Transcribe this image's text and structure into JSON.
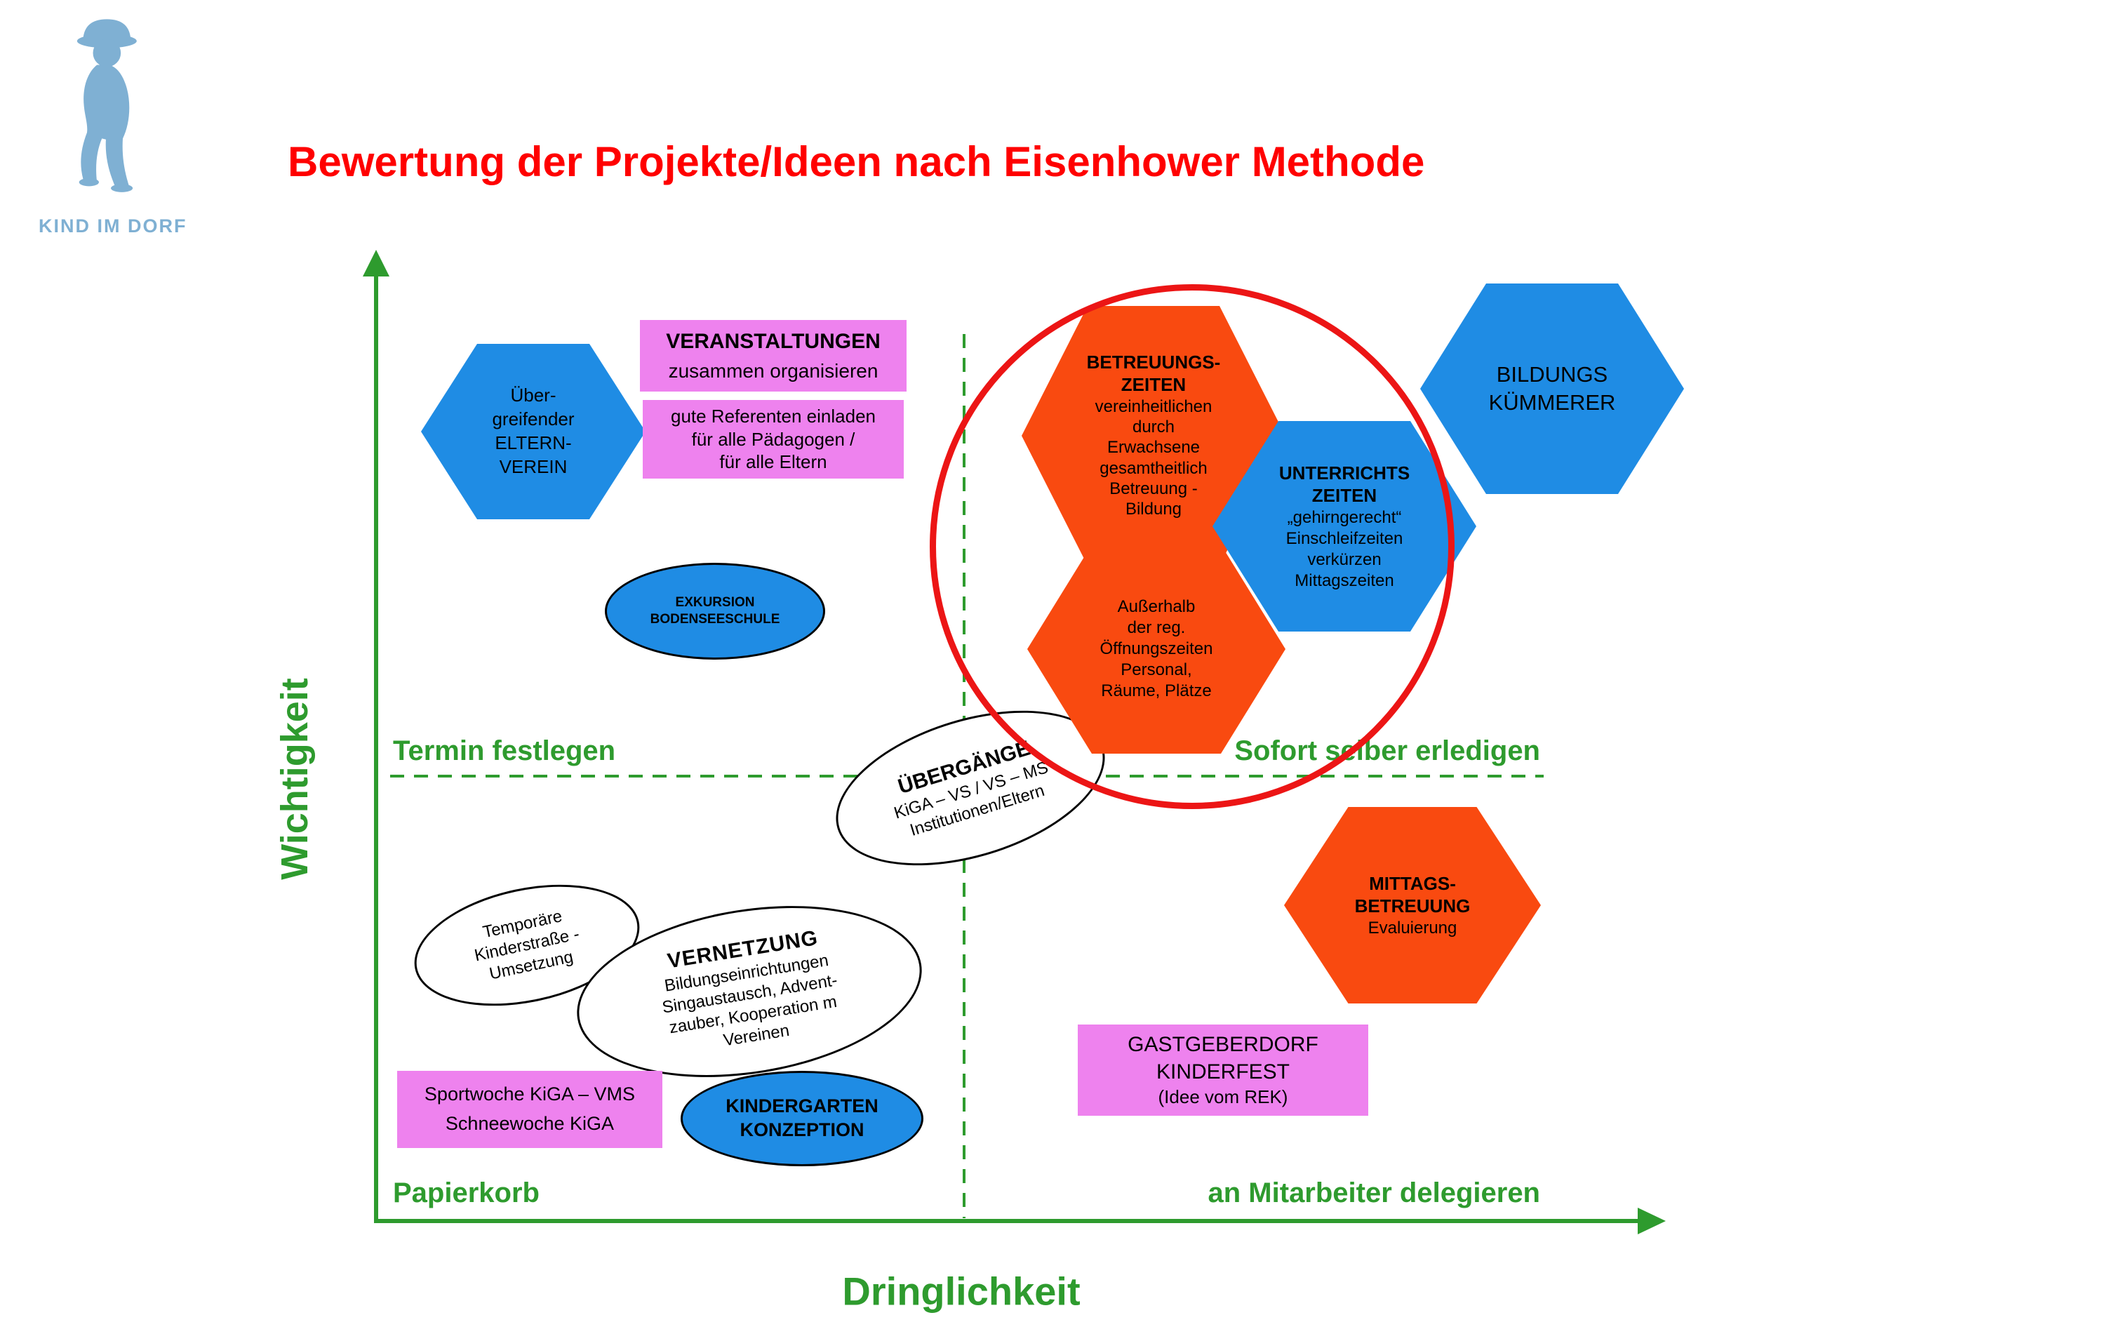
{
  "logo": {
    "text": "KIND IM DORF",
    "color": "#7FB0D3",
    "icon": "child-silhouette-icon"
  },
  "title": {
    "text": "Bewertung der Projekte/Ideen nach Eisenhower Methode",
    "color": "#FF0000"
  },
  "axes": {
    "y_label": "Wichtigkeit",
    "x_label": "Dringlichkeit",
    "color": "#2E9B2E",
    "divider_style": "dashed"
  },
  "quadrants": {
    "top_left": "Termin festlegen",
    "top_right": "Sofort selber erledigen",
    "bottom_left": "Papierkorb",
    "bottom_right": "an Mitarbeiter delegieren"
  },
  "colors": {
    "blue": "#1F8CE4",
    "orange": "#F94A10",
    "pink": "#EE82EE",
    "green": "#2E9B2E",
    "red_circle": "#EC1515",
    "title_red": "#FF0000",
    "logo_blue": "#7FB0D3"
  },
  "highlight_circle": {
    "type": "circle",
    "color": "#EC1515",
    "meaning": "priority cluster"
  },
  "shapes": {
    "eltern_verein": {
      "type": "hexagon",
      "fill": "blue",
      "lines": [
        "Über-",
        "greifender",
        "ELTERN-",
        "VEREIN"
      ]
    },
    "veranstaltungen": {
      "type": "rectangle",
      "fill": "pink",
      "lines": [
        "VERANSTALTUNGEN",
        "zusammen organisieren"
      ]
    },
    "referenten": {
      "type": "rectangle",
      "fill": "pink",
      "lines": [
        "gute Referenten einladen",
        "für alle Pädagogen /",
        "für alle Eltern"
      ]
    },
    "exkursion": {
      "type": "ellipse",
      "fill": "blue",
      "lines": [
        "EXKURSION",
        "BODENSEESCHULE"
      ]
    },
    "uebergaenge": {
      "type": "ellipse",
      "fill": "white",
      "lines": [
        "ÜBERGÄNGE",
        "KiGA – VS / VS – MS",
        "Institutionen/Eltern"
      ]
    },
    "betreuungszeiten": {
      "type": "hexagon",
      "fill": "orange",
      "lines": [
        "BETREUUNGS-",
        "ZEITEN",
        "vereinheitlichen",
        "durch",
        "Erwachsene",
        "gesamtheitlich",
        "Betreuung -",
        "Bildung"
      ]
    },
    "ausserhalb": {
      "type": "hexagon",
      "fill": "orange",
      "lines": [
        "Außerhalb",
        "der reg.",
        "Öffnungszeiten",
        "Personal,",
        "Räume, Plätze"
      ]
    },
    "unterrichtszeiten": {
      "type": "hexagon",
      "fill": "blue",
      "lines": [
        "UNTERRICHTS",
        "ZEITEN",
        "„gehirngerecht“",
        "Einschleifzeiten",
        "verkürzen",
        "Mittagszeiten"
      ]
    },
    "bildungs_kuemmerer": {
      "type": "hexagon",
      "fill": "blue",
      "lines": [
        "BILDUNGS",
        "KÜMMERER"
      ]
    },
    "mittagsbetreuung": {
      "type": "hexagon",
      "fill": "orange",
      "lines": [
        "MITTAGS-",
        "BETREUUNG",
        "Evaluierung"
      ]
    },
    "gastgeberdorf": {
      "type": "rectangle",
      "fill": "pink",
      "lines": [
        "GASTGEBERDORF",
        "KINDERFEST",
        "(Idee vom REK)"
      ]
    },
    "temporaere": {
      "type": "ellipse",
      "fill": "white",
      "lines": [
        "Temporäre",
        "Kinderstraße -",
        "Umsetzung"
      ]
    },
    "vernetzung": {
      "type": "ellipse",
      "fill": "white",
      "lines": [
        "VERNETZUNG",
        "Bildungseinrichtungen",
        "Singaustausch, Advent-",
        "zauber, Kooperation m",
        "Vereinen"
      ]
    },
    "sportwoche": {
      "type": "rectangle",
      "fill": "pink",
      "lines": [
        "Sportwoche KiGA – VMS",
        "Schneewoche KiGA"
      ]
    },
    "kindergarten": {
      "type": "ellipse",
      "fill": "blue",
      "lines": [
        "KINDERGARTEN",
        "KONZEPTION"
      ]
    }
  }
}
